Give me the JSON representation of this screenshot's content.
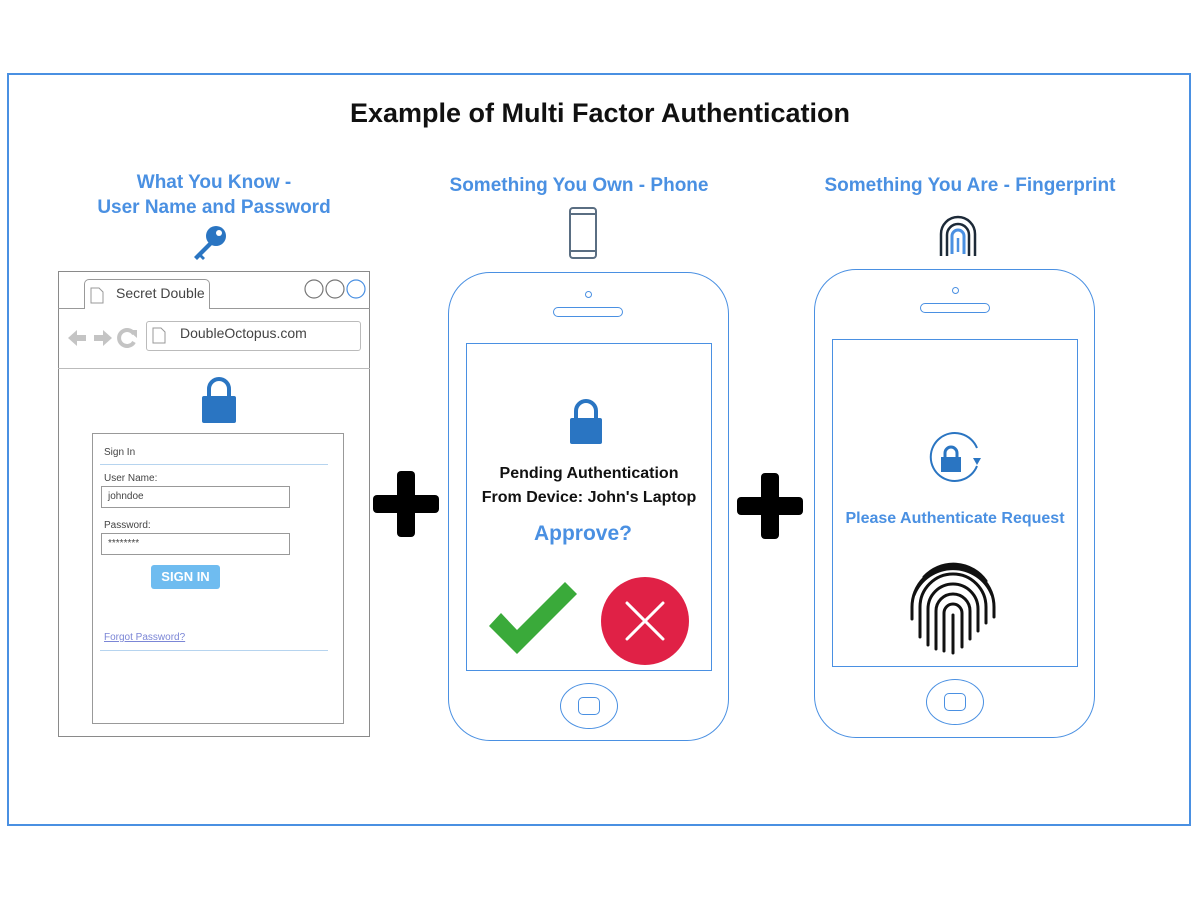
{
  "title": "Example of Multi Factor Authentication",
  "columns": [
    {
      "heading_line1": "What You Know -",
      "heading_line2": "User Name and Password",
      "icon": "key-icon"
    },
    {
      "heading": "Something You Own - Phone",
      "icon": "phone-icon"
    },
    {
      "heading": "Something You Are - Fingerprint",
      "icon": "fingerprint-icon"
    }
  ],
  "browser": {
    "tab_title": "Secret Double",
    "url": "DoubleOctopus.com",
    "form": {
      "heading": "Sign In",
      "username_label": "User Name:",
      "username_value": "johndoe",
      "password_label": "Password:",
      "password_value": "********",
      "signin_label": "SIGN IN",
      "forgot_link": "Forgot Password?"
    }
  },
  "phone_own": {
    "line1": "Pending Authentication",
    "line2": "From Device: John's Laptop",
    "question": "Approve?"
  },
  "phone_are": {
    "message": "Please Authenticate Request"
  },
  "colors": {
    "accent": "#4a90e2",
    "lock": "#2a75c2",
    "approve": "#3aaa3a",
    "deny": "#e02146",
    "button": "#6fbcf0"
  }
}
